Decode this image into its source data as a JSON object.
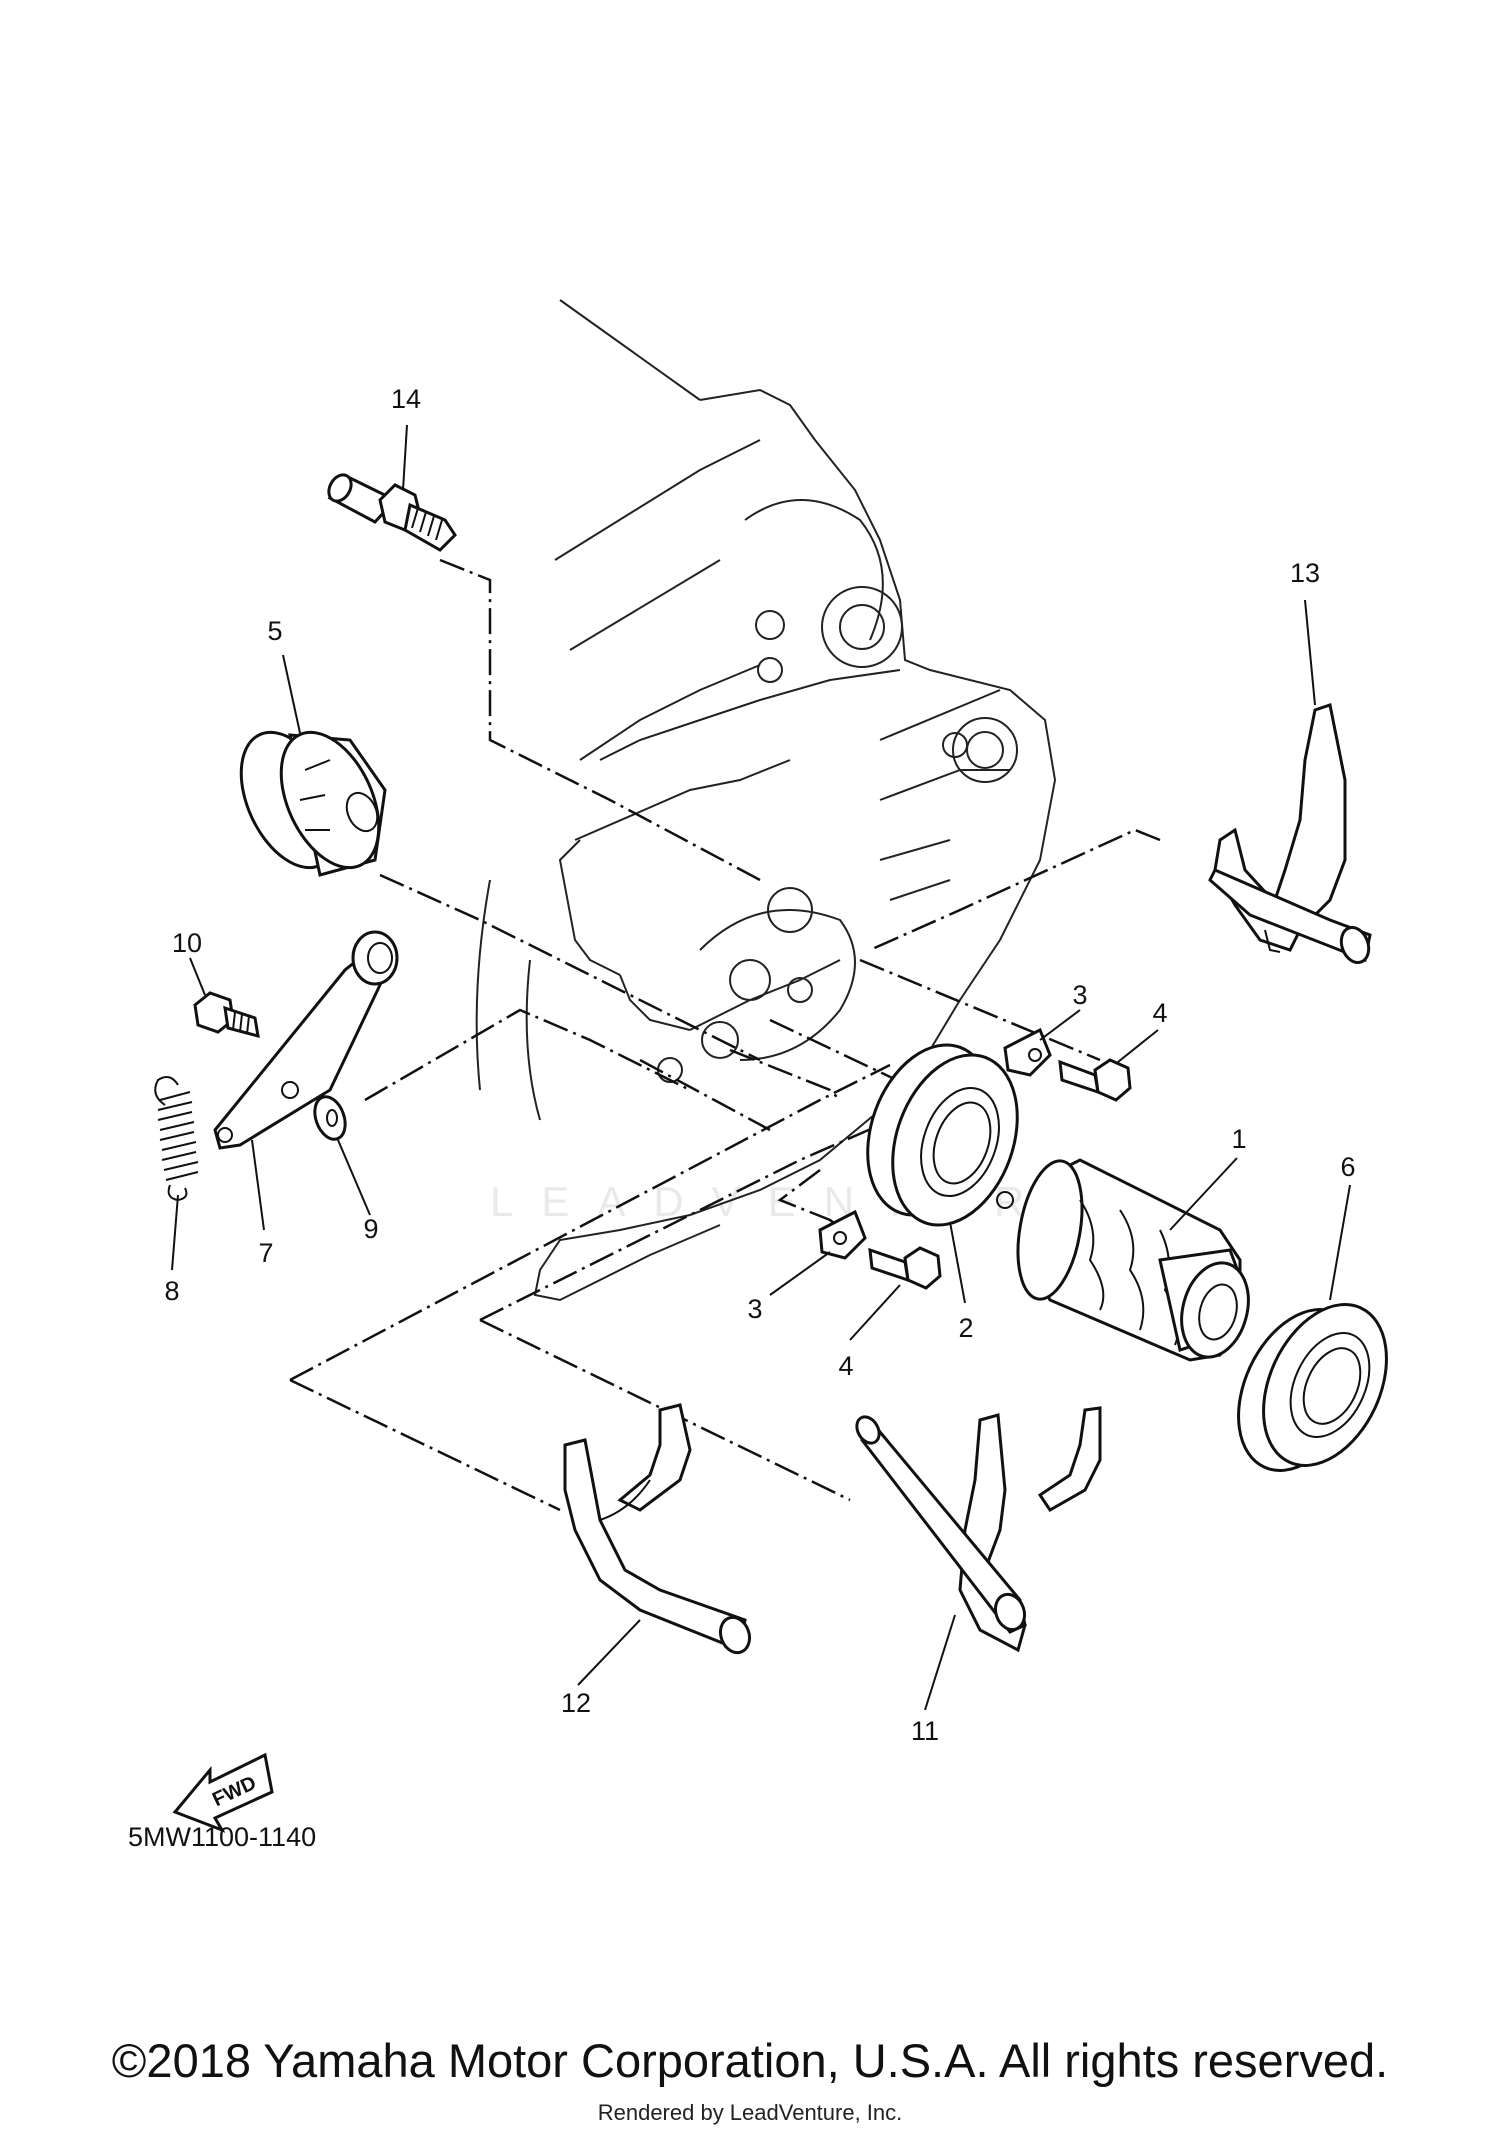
{
  "diagram": {
    "callouts": [
      "14",
      "13",
      "5",
      "10",
      "3",
      "4",
      "1",
      "6",
      "9",
      "7",
      "8",
      "3",
      "4",
      "2",
      "12",
      "11"
    ],
    "diagram_code": "5MW1100-1140",
    "fwd_label": "FWD",
    "watermark": "LEADVENTURE"
  },
  "footer": {
    "copyright": "©2018 Yamaha Motor Corporation, U.S.A. All rights reserved.",
    "rendered_by": "Rendered by LeadVenture, Inc."
  }
}
